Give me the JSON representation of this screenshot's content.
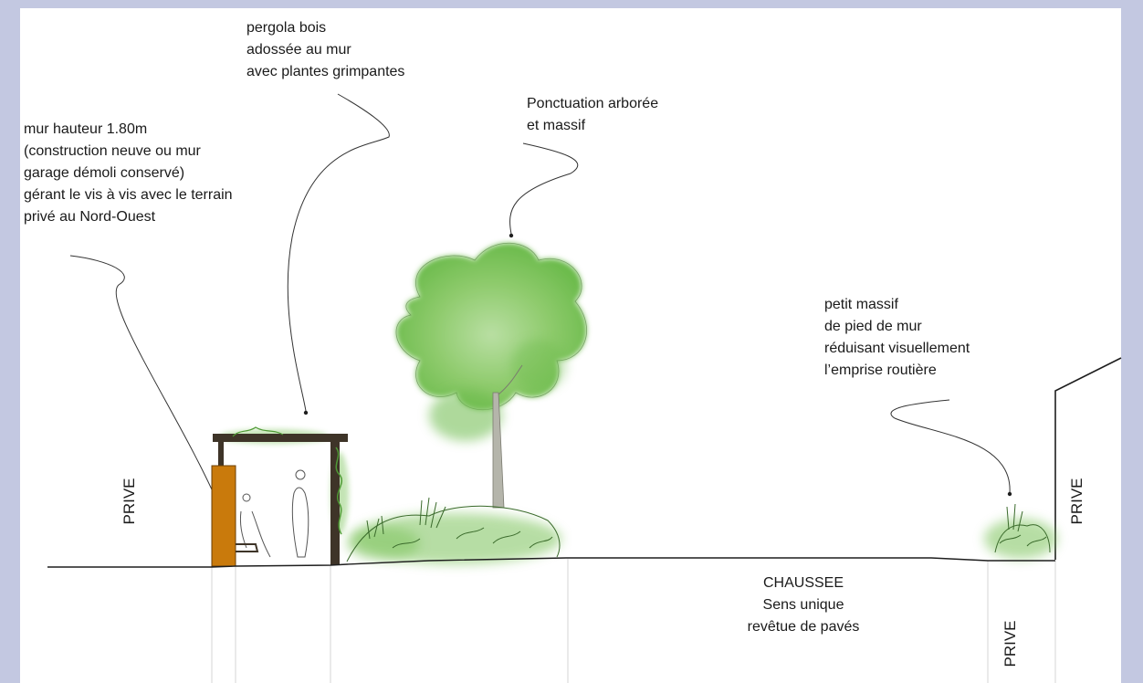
{
  "annotations": {
    "pergola": [
      "pergola bois",
      "adossée au mur",
      "avec plantes grimpantes"
    ],
    "tree": [
      "Ponctuation arborée",
      "et massif"
    ],
    "wall": [
      "mur hauteur 1.80m",
      "(construction neuve ou mur",
      "garage démoli conservé)",
      "gérant le vis à vis avec le terrain",
      "privé au Nord-Ouest"
    ],
    "massif": [
      "petit massif",
      "de pied de mur",
      "réduisant visuellement",
      "l’emprise routière"
    ]
  },
  "zones": {
    "prive_left": "PRIVE",
    "prive_right": "PRIVE",
    "prive_bottom": "PRIVE",
    "chaussee": [
      "CHAUSSEE",
      "Sens unique",
      "revêtue de pavés"
    ]
  },
  "colors": {
    "frame": "#c3c8e1",
    "sheet": "#ffffff",
    "wall_orange": "#c97a0c",
    "pergola_wood": "#3e3428",
    "foliage": "#7cc35a",
    "foliage_dark": "#4f9a35",
    "trunk": "#9c9c90"
  }
}
